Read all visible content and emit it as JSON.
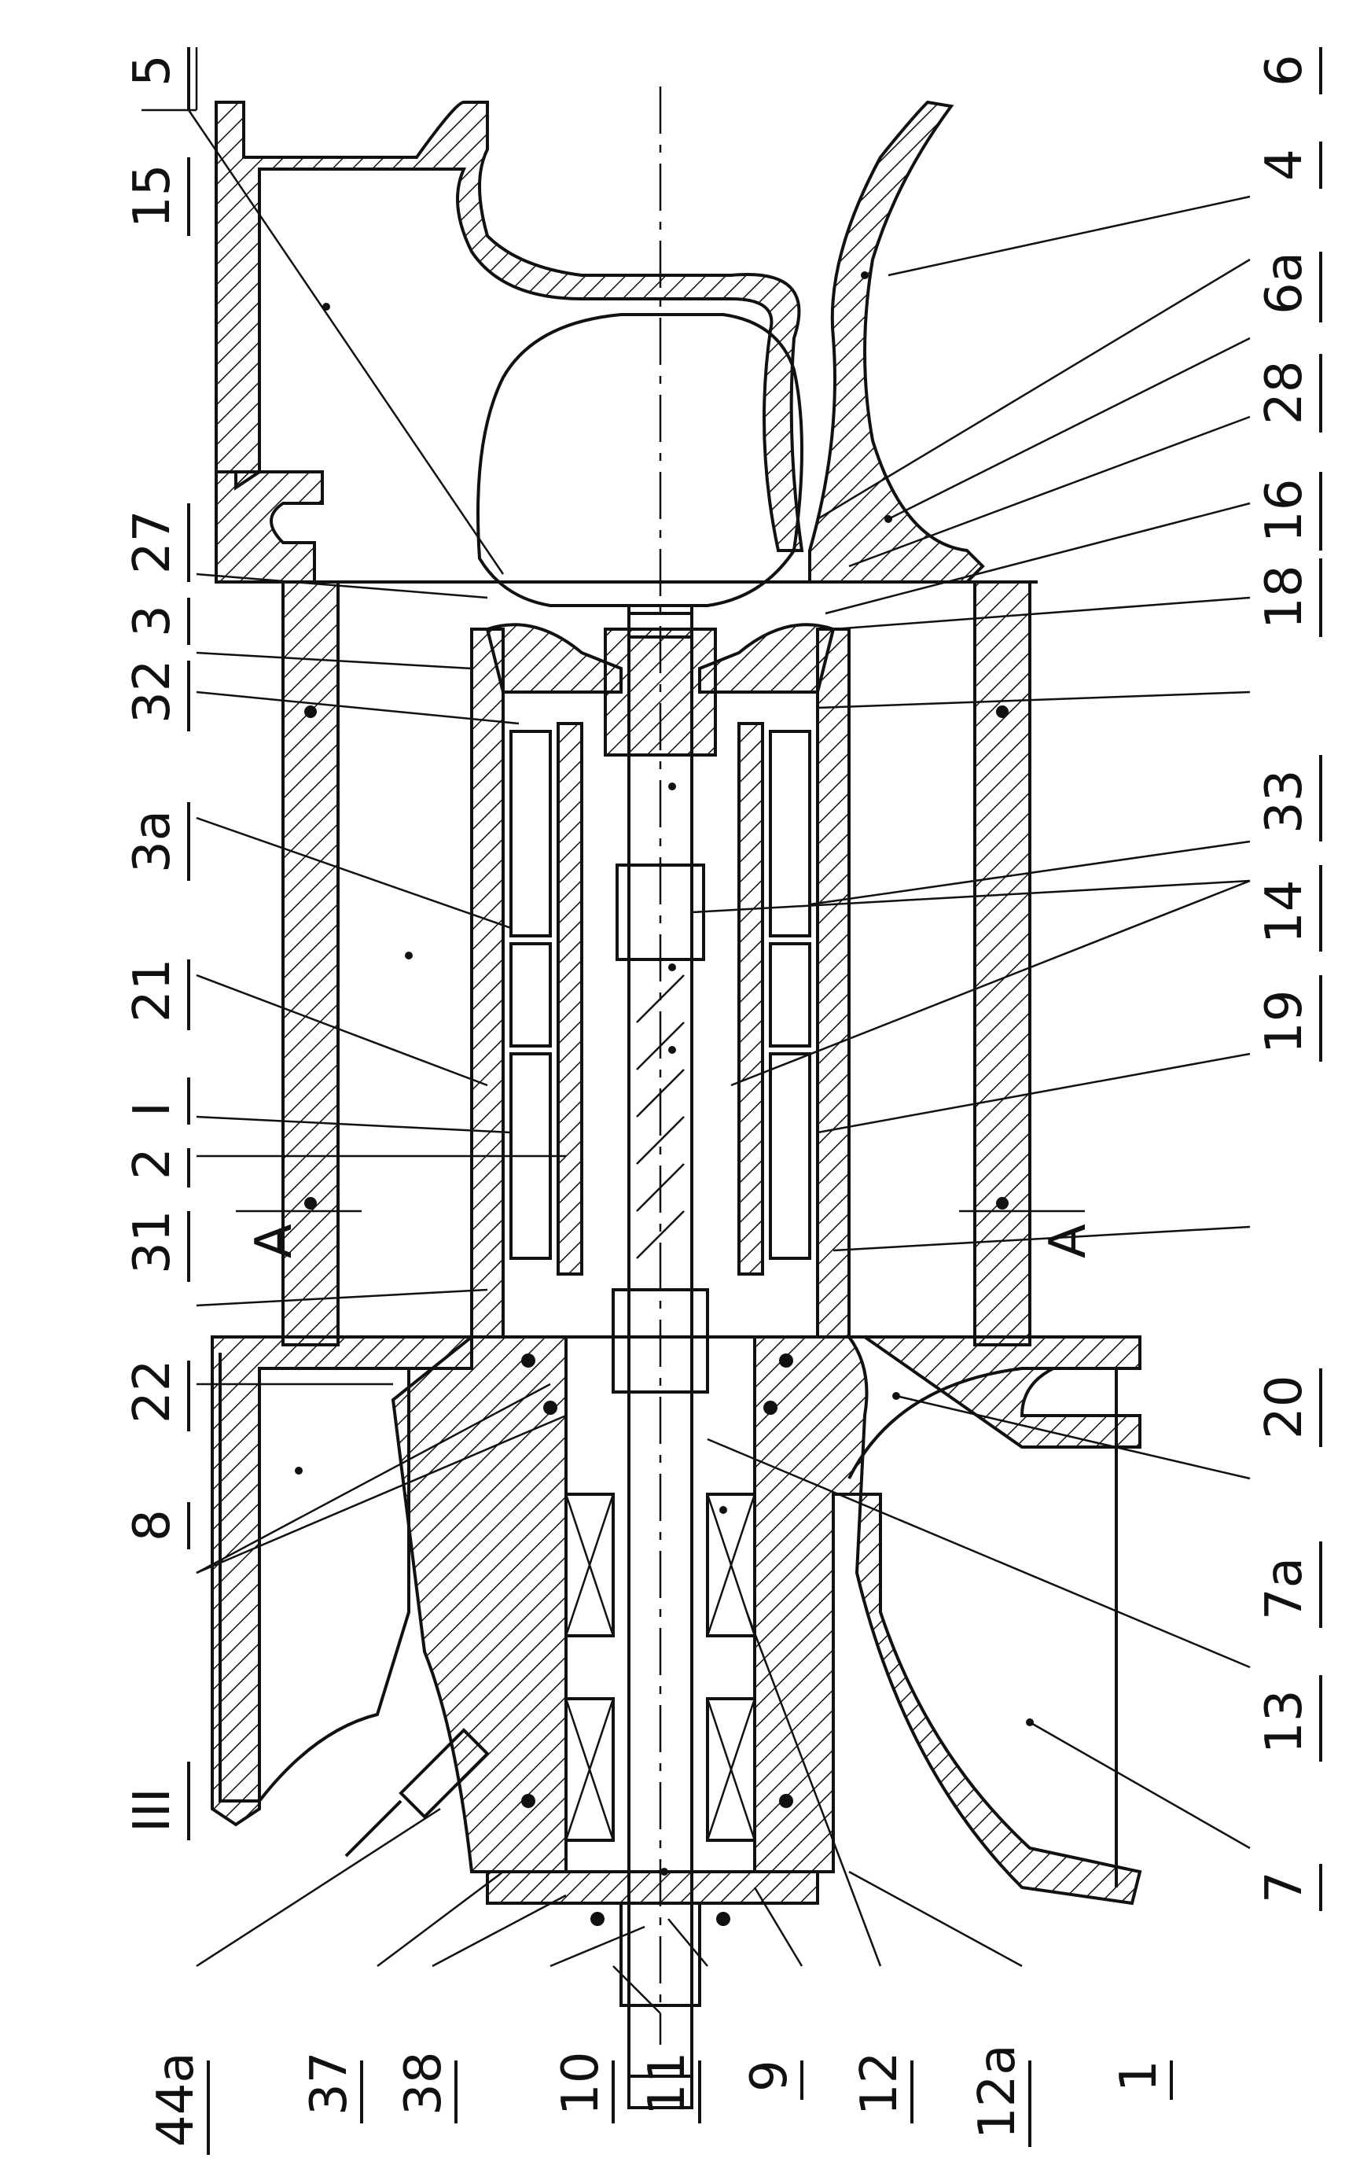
{
  "labels": {
    "l1": "1",
    "l2": "2",
    "l3": "3",
    "l3a": "3a",
    "l4": "4",
    "l5": "5",
    "l6": "6",
    "l6a": "6a",
    "l7": "7",
    "l7a": "7a",
    "l8": "8",
    "l9": "9",
    "l10": "10",
    "l11": "11",
    "l12": "12",
    "l12a": "12a",
    "l13": "13",
    "l14": "14",
    "l15": "15",
    "l16": "16",
    "l18": "18",
    "l19": "19",
    "l20": "20",
    "l21": "21",
    "l22": "22",
    "l27": "27",
    "l28": "28",
    "l31": "31",
    "l32": "32",
    "l33": "33",
    "l37": "37",
    "l38": "38",
    "l44a": "44a",
    "lI": "I",
    "lIII": "III",
    "lAtop": "A",
    "lAbot": "A"
  }
}
